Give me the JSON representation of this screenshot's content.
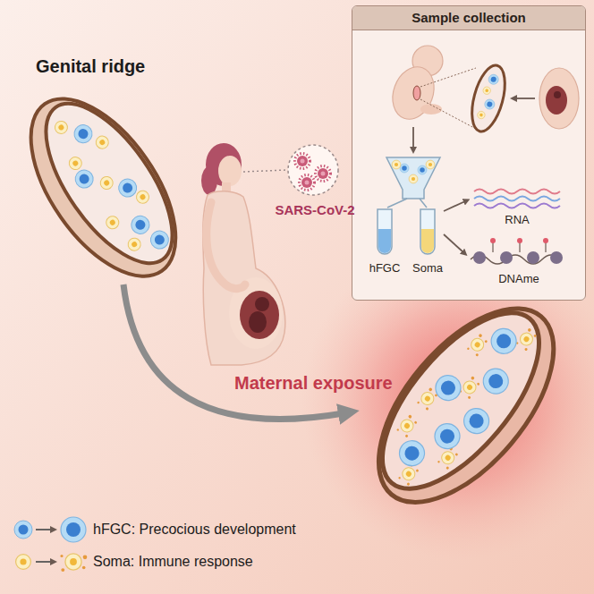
{
  "diagram": {
    "nodes": [
      {
        "text": [
          "Sample collection"
        ]
      }
    ],
    "labels": [
      "Genital ridge",
      "SARS-CoV-2",
      "hFGC",
      "Soma",
      "RNA",
      "DNAme",
      "Maternal exposure"
    ],
    "legend": [
      {
        "text": "hFGC: Precocious development"
      },
      {
        "text": "Soma: Immune response"
      }
    ]
  }
}
